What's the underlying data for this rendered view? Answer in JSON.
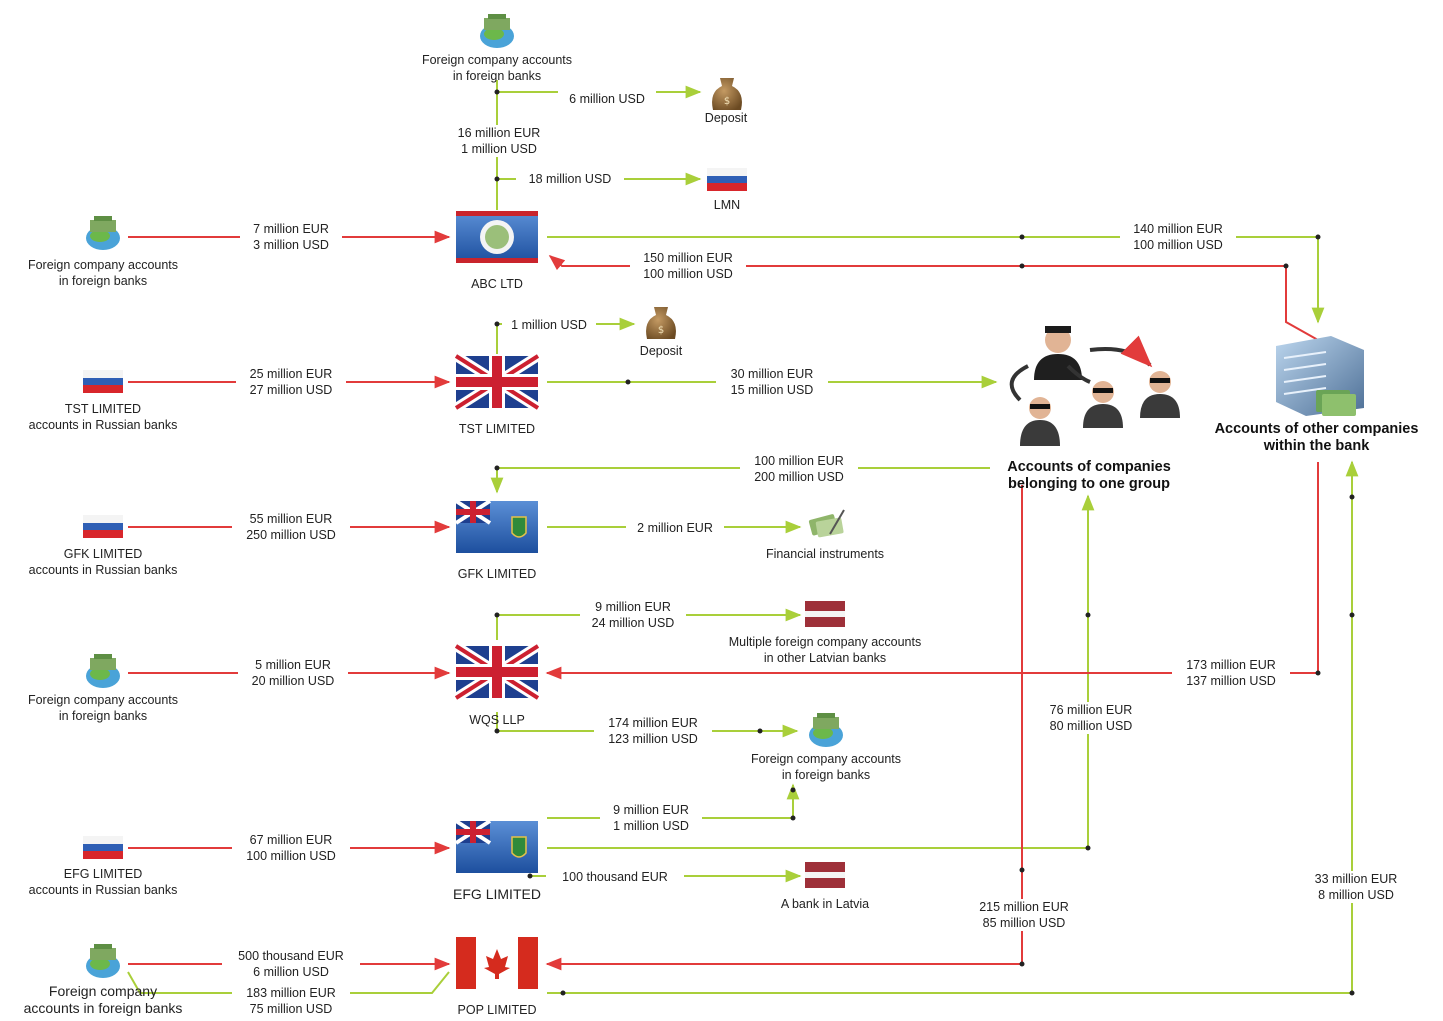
{
  "colors": {
    "incoming": "#e23b3b",
    "outgoing": "#a9cf3a",
    "node_dot": "#222222"
  },
  "nodes": {
    "ffa_top": "Foreign company accounts\nin foreign banks",
    "deposit_top": "Deposit",
    "lmn": "LMN",
    "ffa_abc": "Foreign company accounts\nin foreign banks",
    "abc": "ABC LTD",
    "deposit_tst": "Deposit",
    "tst_src": "TST LIMITED\naccounts in Russian banks",
    "tst": "TST LIMITED",
    "group": "Accounts of companies\nbelonging to one group",
    "other_bank": "Accounts of other companies\nwithin the bank",
    "gfk_src": "GFK LIMITED\naccounts in Russian banks",
    "gfk": "GFK LIMITED",
    "fin_instr": "Financial instruments",
    "latvian_multi": "Multiple foreign company accounts\nin other Latvian banks",
    "ffa_wqs": "Foreign company accounts\nin foreign banks",
    "wqs": "WQS LLP",
    "ffa_wqs_out": "Foreign company accounts\nin foreign banks",
    "efg_src": "EFG LIMITED\naccounts in Russian banks",
    "efg": "EFG LIMITED",
    "latvia_bank": "A bank in Latvia",
    "ffa_pop": "Foreign company\naccounts in foreign banks",
    "pop": "POP LIMITED"
  },
  "flows": {
    "f1": "6 million USD",
    "f2": "16 million EUR\n1 million USD",
    "f3": "18 million USD",
    "f4": "7 million EUR\n3 million USD",
    "f5": "140 million EUR\n100 million USD",
    "f6": "150 million EUR\n100 million USD",
    "f7": "1 million USD",
    "f8": "25 million EUR\n27 million USD",
    "f9": "30 million EUR\n15 million USD",
    "f10": "100 million EUR\n200 million USD",
    "f11": "55 million EUR\n250 million USD",
    "f12": "2 million EUR",
    "f13": "9 million EUR\n24 million USD",
    "f14": "5 million EUR\n20 million USD",
    "f15": "173 million EUR\n137 million USD",
    "f16": "76 million EUR\n80 million USD",
    "f17": "174 million EUR\n123 million USD",
    "f18": "9 million EUR\n1 million USD",
    "f19": "67 million EUR\n100 million USD",
    "f20": "100 thousand EUR",
    "f21": "215 million EUR\n85 million USD",
    "f22": "33 million EUR\n8 million USD",
    "f23": "500 thousand EUR\n6 million USD",
    "f24": "183 million EUR\n75 million USD"
  }
}
